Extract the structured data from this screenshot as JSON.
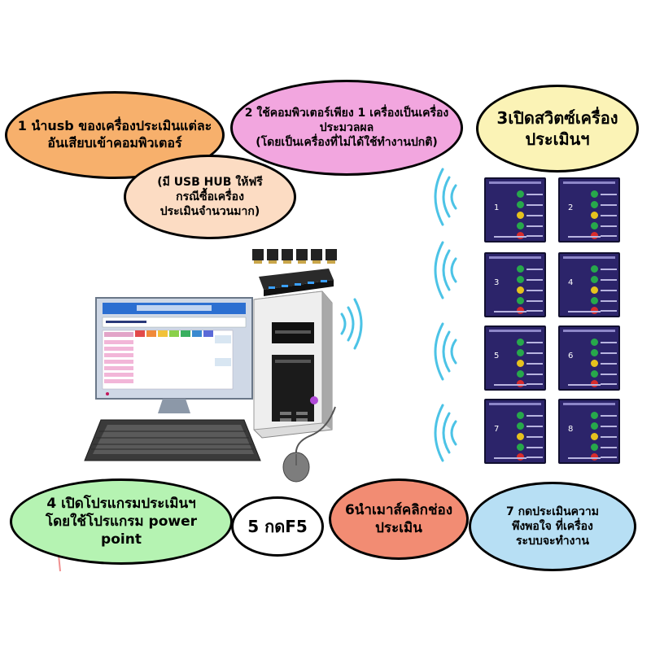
{
  "bubbles": {
    "step1": "1 นำusb ของเครื่องประเมินแต่ละ\nอันเสียบเข้าคอมพิวเตอร์",
    "step2": "2 ใช้คอมพิวเตอร์เพียง 1 เครื่องเป็นเครื่อง\nประมวลผล\n(โดยเป็นเครื่องที่ไม่ได้ใช้ทำงานปกติ)",
    "step3": "3เปิดสวิตซ์เครื่อง\nประเมินฯ",
    "usb_hub_note": "(มี USB HUB ให้ฟรี\nกรณีซื้อเครื่อง\nประเมินจำนวนมาก)",
    "step4": "4 เปิดโปรแกรมประเมินฯ\nโดยใช้โปรแกรม  power\npoint",
    "step5": "5 กดF5",
    "step6": "6นำเมาส์คลิกช่อง\nประเมิน",
    "step7": "7 กดประเมินความ\nพึงพอใจ ที่เครื่อง\nระบบจะทำงาน"
  },
  "devices": [
    {
      "number": "1"
    },
    {
      "number": "2"
    },
    {
      "number": "3"
    },
    {
      "number": "4"
    },
    {
      "number": "5"
    },
    {
      "number": "6"
    },
    {
      "number": "7"
    },
    {
      "number": "8"
    }
  ],
  "colors": {
    "step1": "#f7b06c",
    "step2": "#f2a6df",
    "step3": "#fbf3b6",
    "usb_hub_note": "#fcdcc3",
    "step4": "#b5f3b2",
    "step5": "#ffffff",
    "step6": "#f28c73",
    "step7": "#b7dff4",
    "device_body": "#2c246a",
    "wireless_waves": "#4cc3e6"
  },
  "icons": [
    "computer-monitor-icon",
    "pc-tower-icon",
    "keyboard-icon",
    "mouse-icon",
    "usb-hub-icon",
    "usb-dongle-icon",
    "wireless-signal-icon",
    "evaluation-device-icon"
  ]
}
